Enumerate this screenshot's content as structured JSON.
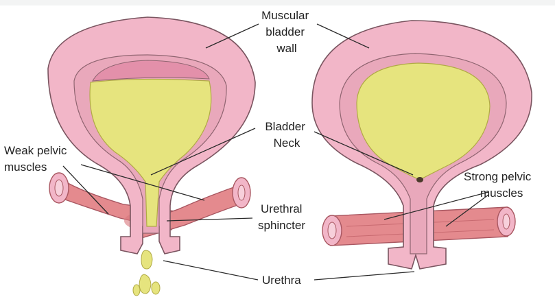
{
  "labels": {
    "muscular_bladder_wall": [
      "Muscular",
      "bladder",
      "wall"
    ],
    "bladder_neck": [
      "Bladder",
      "Neck"
    ],
    "weak_pelvic_muscles": [
      "Weak pelvic",
      "muscles"
    ],
    "strong_pelvic_muscles": [
      "Strong pelvic",
      "muscles"
    ],
    "urethral_sphincter": [
      "Urethral",
      "sphincter"
    ],
    "urethra": [
      "Urethra"
    ]
  },
  "colors": {
    "bladder_wall": "#f2b6c8",
    "bladder_wall_dark": "#d88ea4",
    "urine": "#e6e47e",
    "urine_dark": "#c9c45a",
    "muscle": "#e48a8e",
    "muscle_dark": "#c86a70",
    "leader_line": "#2a2a2a"
  }
}
